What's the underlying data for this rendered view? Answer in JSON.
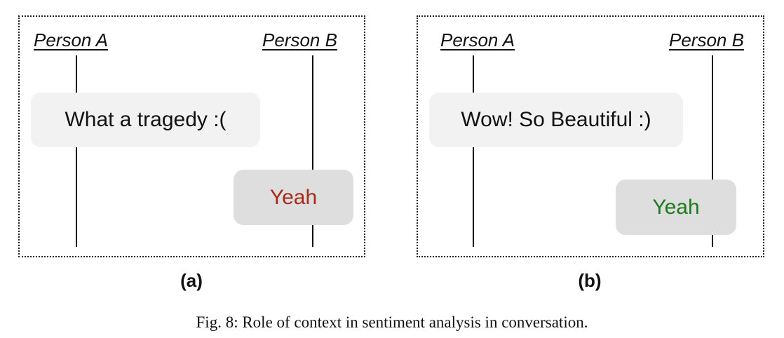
{
  "panels": [
    {
      "label": "(a)",
      "person_a": "Person A",
      "person_b": "Person B",
      "message_a": "What a tragedy :(",
      "message_b": "Yeah",
      "reply_color": "#a52a1a"
    },
    {
      "label": "(b)",
      "person_a": "Person A",
      "person_b": "Person B",
      "message_a": "Wow! So Beautiful :)",
      "message_b": "Yeah",
      "reply_color": "#1f7a1f"
    }
  ],
  "caption": "Fig. 8: Role of context in sentiment analysis in conversation."
}
